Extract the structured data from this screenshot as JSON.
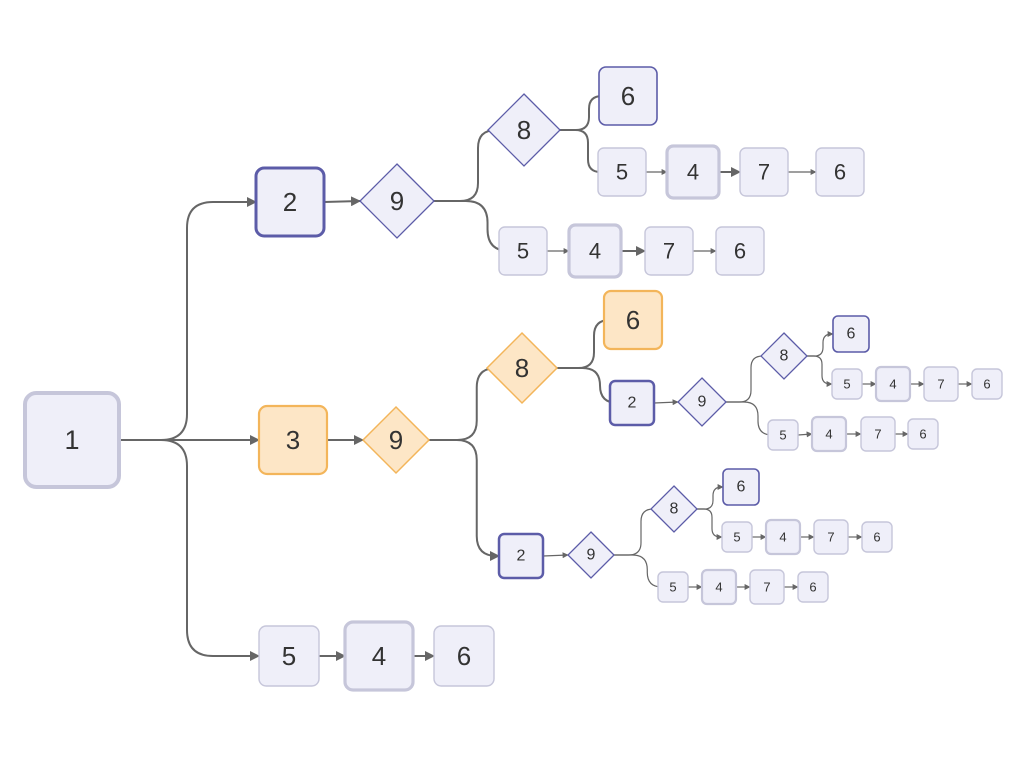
{
  "diagram": {
    "type": "flowchart-tree",
    "colors": {
      "edge": "#666666",
      "default_fill": "#efeff9",
      "default_stroke": "#c6c6da",
      "strong_stroke": "#5c5ca8",
      "accent_fill": "#fde6c6",
      "accent_stroke": "#f3b55a",
      "text": "#333333"
    },
    "nodes": [
      {
        "id": "n1",
        "label": "1",
        "shape": "rect",
        "style": "root"
      },
      {
        "id": "a2",
        "label": "2",
        "shape": "rect",
        "style": "strong"
      },
      {
        "id": "a9",
        "label": "9",
        "shape": "diamond",
        "style": "diamond"
      },
      {
        "id": "a8",
        "label": "8",
        "shape": "diamond",
        "style": "diamond"
      },
      {
        "id": "a6",
        "label": "6",
        "shape": "rect",
        "style": "medium"
      },
      {
        "id": "a5",
        "label": "5",
        "shape": "rect",
        "style": "default"
      },
      {
        "id": "a4",
        "label": "4",
        "shape": "rect",
        "style": "thick"
      },
      {
        "id": "a7",
        "label": "7",
        "shape": "rect",
        "style": "default"
      },
      {
        "id": "a6b",
        "label": "6",
        "shape": "rect",
        "style": "default"
      },
      {
        "id": "b5",
        "label": "5",
        "shape": "rect",
        "style": "default"
      },
      {
        "id": "b4",
        "label": "4",
        "shape": "rect",
        "style": "thick"
      },
      {
        "id": "b7",
        "label": "7",
        "shape": "rect",
        "style": "default"
      },
      {
        "id": "b6",
        "label": "6",
        "shape": "rect",
        "style": "default"
      },
      {
        "id": "c3",
        "label": "3",
        "shape": "rect",
        "style": "accent"
      },
      {
        "id": "c9",
        "label": "9",
        "shape": "diamond",
        "style": "accent"
      },
      {
        "id": "c8",
        "label": "8",
        "shape": "diamond",
        "style": "accent"
      },
      {
        "id": "c6",
        "label": "6",
        "shape": "rect",
        "style": "accent"
      },
      {
        "id": "d2",
        "label": "2",
        "shape": "rect",
        "style": "strong"
      },
      {
        "id": "d9",
        "label": "9",
        "shape": "diamond",
        "style": "diamond"
      },
      {
        "id": "d8",
        "label": "8",
        "shape": "diamond",
        "style": "diamond"
      },
      {
        "id": "d6",
        "label": "6",
        "shape": "rect",
        "style": "medium"
      },
      {
        "id": "d5",
        "label": "5",
        "shape": "rect",
        "style": "default"
      },
      {
        "id": "d4",
        "label": "4",
        "shape": "rect",
        "style": "thick"
      },
      {
        "id": "d7",
        "label": "7",
        "shape": "rect",
        "style": "default"
      },
      {
        "id": "d6b",
        "label": "6",
        "shape": "rect",
        "style": "default"
      },
      {
        "id": "e5",
        "label": "5",
        "shape": "rect",
        "style": "default"
      },
      {
        "id": "e4",
        "label": "4",
        "shape": "rect",
        "style": "thick"
      },
      {
        "id": "e7",
        "label": "7",
        "shape": "rect",
        "style": "default"
      },
      {
        "id": "e6",
        "label": "6",
        "shape": "rect",
        "style": "default"
      },
      {
        "id": "f2",
        "label": "2",
        "shape": "rect",
        "style": "strong"
      },
      {
        "id": "f9",
        "label": "9",
        "shape": "diamond",
        "style": "diamond"
      },
      {
        "id": "f8",
        "label": "8",
        "shape": "diamond",
        "style": "diamond"
      },
      {
        "id": "f6",
        "label": "6",
        "shape": "rect",
        "style": "medium"
      },
      {
        "id": "f5",
        "label": "5",
        "shape": "rect",
        "style": "default"
      },
      {
        "id": "f4",
        "label": "4",
        "shape": "rect",
        "style": "thick"
      },
      {
        "id": "f7",
        "label": "7",
        "shape": "rect",
        "style": "default"
      },
      {
        "id": "f6b",
        "label": "6",
        "shape": "rect",
        "style": "default"
      },
      {
        "id": "g5",
        "label": "5",
        "shape": "rect",
        "style": "default"
      },
      {
        "id": "g4",
        "label": "4",
        "shape": "rect",
        "style": "thick"
      },
      {
        "id": "g7",
        "label": "7",
        "shape": "rect",
        "style": "default"
      },
      {
        "id": "g6",
        "label": "6",
        "shape": "rect",
        "style": "default"
      },
      {
        "id": "h5",
        "label": "5",
        "shape": "rect",
        "style": "default"
      },
      {
        "id": "h4",
        "label": "4",
        "shape": "rect",
        "style": "thick"
      },
      {
        "id": "h6",
        "label": "6",
        "shape": "rect",
        "style": "default"
      }
    ],
    "edges": [
      [
        "n1",
        "a2"
      ],
      [
        "n1",
        "c3"
      ],
      [
        "n1",
        "h5"
      ],
      [
        "a2",
        "a9"
      ],
      [
        "a9",
        "a8"
      ],
      [
        "a9",
        "b5"
      ],
      [
        "a8",
        "a6"
      ],
      [
        "a8",
        "a5"
      ],
      [
        "a5",
        "a4"
      ],
      [
        "a4",
        "a7"
      ],
      [
        "a7",
        "a6b"
      ],
      [
        "b5",
        "b4"
      ],
      [
        "b4",
        "b7"
      ],
      [
        "b7",
        "b6"
      ],
      [
        "c3",
        "c9"
      ],
      [
        "c9",
        "c8"
      ],
      [
        "c9",
        "f2"
      ],
      [
        "c8",
        "c6"
      ],
      [
        "c8",
        "d2"
      ],
      [
        "d2",
        "d9"
      ],
      [
        "d9",
        "d8"
      ],
      [
        "d9",
        "e5"
      ],
      [
        "d8",
        "d6"
      ],
      [
        "d8",
        "d5"
      ],
      [
        "d5",
        "d4"
      ],
      [
        "d4",
        "d7"
      ],
      [
        "d7",
        "d6b"
      ],
      [
        "e5",
        "e4"
      ],
      [
        "e4",
        "e7"
      ],
      [
        "e7",
        "e6"
      ],
      [
        "f2",
        "f9"
      ],
      [
        "f9",
        "f8"
      ],
      [
        "f9",
        "g5"
      ],
      [
        "f8",
        "f6"
      ],
      [
        "f8",
        "f5"
      ],
      [
        "f5",
        "f4"
      ],
      [
        "f4",
        "f7"
      ],
      [
        "f7",
        "f6b"
      ],
      [
        "g5",
        "g4"
      ],
      [
        "g4",
        "g7"
      ],
      [
        "g7",
        "g6"
      ],
      [
        "h5",
        "h4"
      ],
      [
        "h4",
        "h6"
      ]
    ]
  }
}
